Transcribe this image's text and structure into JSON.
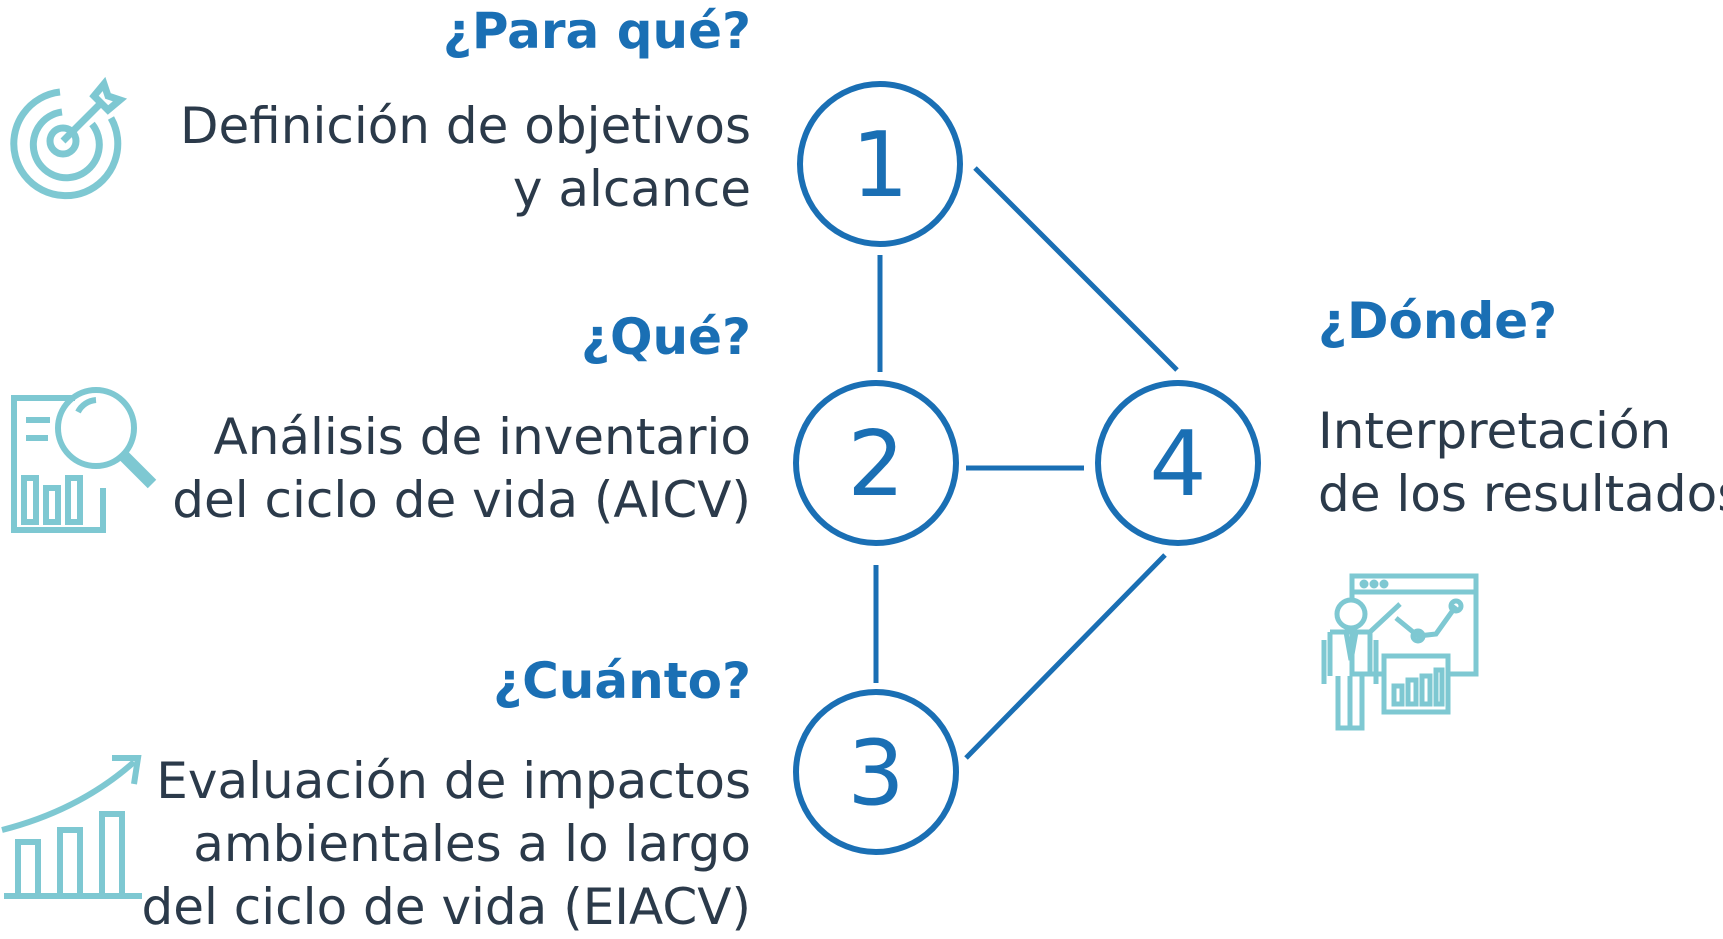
{
  "colors": {
    "primary": "#1a6fb4",
    "icon": "#7ec8d2",
    "text": "#2b3a4a"
  },
  "steps": [
    {
      "number": "1",
      "question": "¿Para qué?",
      "lines": [
        "Definición de objetivos",
        "y alcance"
      ],
      "icon": "target-icon"
    },
    {
      "number": "2",
      "question": "¿Qué?",
      "lines": [
        "Análisis de inventario",
        "del ciclo de vida (AICV)"
      ],
      "icon": "report-magnifier-icon"
    },
    {
      "number": "3",
      "question": "¿Cuánto?",
      "lines": [
        "Evaluación de impactos",
        "ambientales a lo largo",
        "del ciclo de vida (EIACV)"
      ],
      "icon": "growth-chart-icon"
    },
    {
      "number": "4",
      "question": "¿Dónde?",
      "lines": [
        "Interpretación",
        "de los resultados"
      ],
      "icon": "presentation-icon"
    }
  ]
}
